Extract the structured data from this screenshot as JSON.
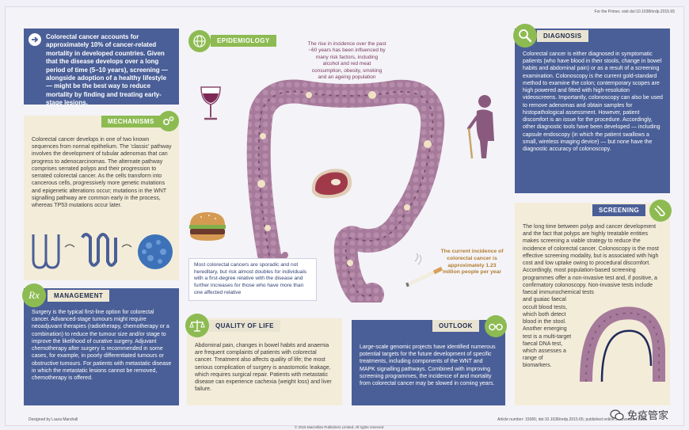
{
  "header": {
    "primer_note": "For the Primer, visit doi:10.1038/nrdp.2015.65"
  },
  "intro": {
    "text": "Colorectal cancer accounts for approximately 10% of cancer-related mortality in developed countries. Given that the disease develops over a long period of time (5–10 years), screening — alongside adoption of a healthy lifestyle — might be the best way to reduce mortality by finding and treating early-stage lesions."
  },
  "epidemiology": {
    "title": "EPIDEMIOLOGY",
    "risk_text": "The rise in incidence over the past ~60 years has been influenced by many risk factors, including alcohol and red meat consumption, obesity, smoking and an ageing population",
    "sporadic_text": "Most colorectal cancers are sporadic and not hereditary, but risk almost doubles for individuals with a first-degree relative with the disease and further increases for those who have more than one affected relative",
    "incidence_text": "The current incidence of colorectal cancer is approximately 1.23 million people per year"
  },
  "mechanisms": {
    "title": "MECHANISMS",
    "text": "Colorectal cancer develops in one of two known sequences from normal epithelium. The 'classic' pathway involves the development of tubular adenomas that can progress to adenocarcinomas. The alternate pathway comprises serrated polyps and their progression to serrated colorectal cancer. As the cells transform into cancerous cells, progressively more genetic mutations and epigenetic alterations occur; mutations in the WNT signalling pathway are common early in the process, whereas TP53 mutations occur later."
  },
  "management": {
    "title": "MANAGEMENT",
    "icon_letter": "Rx",
    "text": "Surgery is the typical first-line option for colorectal cancer. Advanced-stage tumours might require neoadjuvant therapies (radiotherapy, chemotherapy or a combination) to reduce the tumour size and/or stage to improve the likelihood of curative surgery. Adjuvant chemotherapy after surgery is recommended in some cases, for example, in poorly differentiated tumours or obstructive tumours. For patients with metastatic disease in which the metastatic lesions cannot be removed, chemotherapy is offered."
  },
  "quality_of_life": {
    "title": "QUALITY OF LIFE",
    "text": "Abdominal pain, changes in bowel habits and anaemia are frequent complaints of patients with colorectal cancer. Treatment also affects quality of life; the most serious complication of surgery is anastomotic leakage, which requires surgical repair. Patients with metastatic disease can experience cachexia (weight loss) and liver failure."
  },
  "outlook": {
    "title": "OUTLOOK",
    "text": "Large-scale genomic projects have identified numerous potential targets for the future development of specific treatments, including components of the WNT and MAPK signalling pathways. Combined with improving screening programmes, the incidence of and mortality from colorectal cancer may be slowed in coming years."
  },
  "diagnosis": {
    "title": "DIAGNOSIS",
    "text": "Colorectal cancer is either diagnosed in symptomatic patients (who have blood in their stools, change in bowel habits and abdominal pain) or as a result of a screening examination. Colonoscopy is the current gold-standard method to examine the colon; contemporary scopes are high powered and fitted with high-resolution videoscreens. Importantly, colonoscopy can also be used to remove adenomas and obtain samples for histopathological assessment. However, patient discomfort is an issue for the procedure. Accordingly, other diagnostic tools have been developed — including capsule endoscopy (in which the patient swallows a small, wireless imaging device) — but none have the diagnostic accuracy of colonoscopy."
  },
  "screening": {
    "title": "SCREENING",
    "text_main": "The long time between polyp and cancer development and the fact that polyps are highly treatable entities makes screening a viable strategy to reduce the incidence of colorectal cancer. Colonoscopy is the most effective screening modality, but is associated with high cost and low uptake owing to procedural discomfort. Accordingly, most population-based screening programmes offer a non-invasive test and, if positive, a confirmatory colonoscopy. Non-invasive tests include faecal immunochemical tests",
    "text_narrow": "and guaiac faecal occult blood tests, which both detect blood in the stool. Another emerging test is a multi-target faecal DNA test, which assesses a range of biomarkers."
  },
  "footer": {
    "designer": "Designed by Laura Marshall",
    "copyright": "© 2015 Macmillan Publishers Limited. All rights reserved",
    "article": "Article number: 15065; doi:10.1038/nrdp.2015.65; published online 5 November 2015",
    "watermark": "免疫管家"
  },
  "colors": {
    "blue_panel": "#4a5f97",
    "beige_panel": "#f3ecd9",
    "green_tag": "#8dbb52",
    "colon": "#a67a9b"
  }
}
